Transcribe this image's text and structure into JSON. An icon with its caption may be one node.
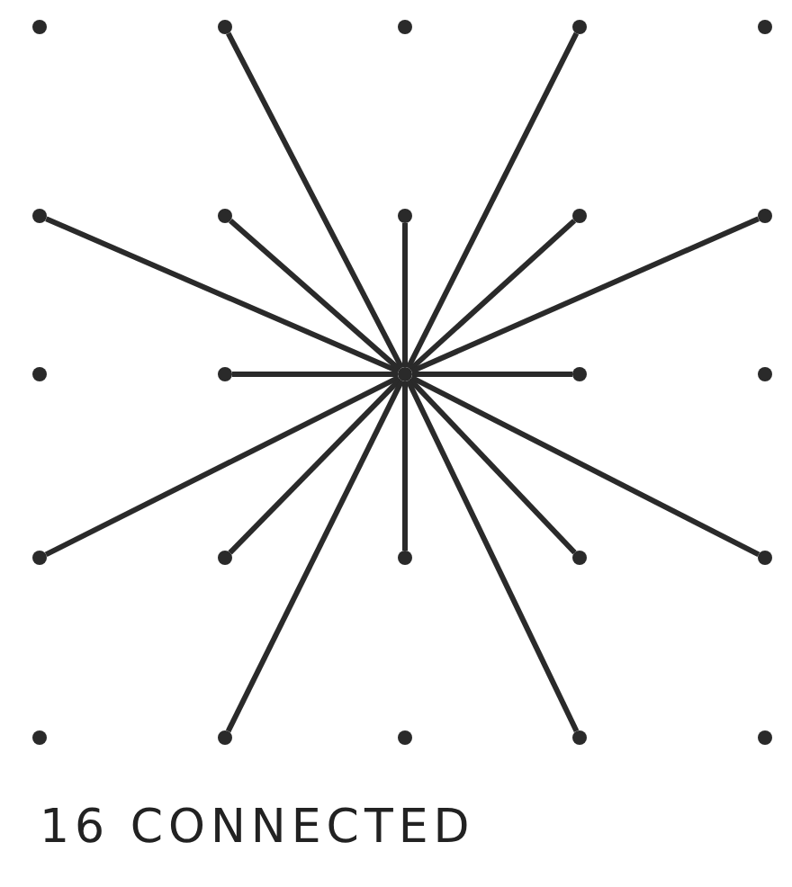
{
  "diagram": {
    "caption": "16 CONNECTED",
    "nodes": [
      {
        "text": [],
        "shape": "circle"
      },
      {
        "text": [],
        "shape": "circle"
      },
      {
        "text": [],
        "shape": "circle"
      },
      {
        "text": [],
        "shape": "circle"
      },
      {
        "text": [],
        "shape": "circle"
      },
      {
        "text": [],
        "shape": "circle"
      },
      {
        "text": [],
        "shape": "circle"
      },
      {
        "text": [],
        "shape": "circle"
      },
      {
        "text": [],
        "shape": "circle"
      },
      {
        "text": [],
        "shape": "circle"
      },
      {
        "text": [],
        "shape": "circle"
      },
      {
        "text": [],
        "shape": "circle"
      },
      {
        "text": [],
        "shape": "circle"
      },
      {
        "text": [],
        "shape": "circle"
      },
      {
        "text": [],
        "shape": "circle"
      },
      {
        "text": [],
        "shape": "circle"
      },
      {
        "text": [],
        "shape": "circle"
      },
      {
        "text": [],
        "shape": "circle"
      },
      {
        "text": [],
        "shape": "circle"
      },
      {
        "text": [],
        "shape": "circle"
      },
      {
        "text": [],
        "shape": "circle"
      },
      {
        "text": [],
        "shape": "circle"
      },
      {
        "text": [],
        "shape": "circle"
      },
      {
        "text": [],
        "shape": "circle"
      },
      {
        "text": [],
        "shape": "circle"
      }
    ],
    "edges": [
      {
        "from": 12,
        "to": 1,
        "arrow": "none"
      },
      {
        "from": 12,
        "to": 3,
        "arrow": "none"
      },
      {
        "from": 12,
        "to": 5,
        "arrow": "none"
      },
      {
        "from": 12,
        "to": 6,
        "arrow": "none"
      },
      {
        "from": 12,
        "to": 7,
        "arrow": "none"
      },
      {
        "from": 12,
        "to": 8,
        "arrow": "none"
      },
      {
        "from": 12,
        "to": 9,
        "arrow": "none"
      },
      {
        "from": 12,
        "to": 11,
        "arrow": "none"
      },
      {
        "from": 12,
        "to": 13,
        "arrow": "none"
      },
      {
        "from": 12,
        "to": 15,
        "arrow": "none"
      },
      {
        "from": 12,
        "to": 16,
        "arrow": "none"
      },
      {
        "from": 12,
        "to": 17,
        "arrow": "none"
      },
      {
        "from": 12,
        "to": 18,
        "arrow": "none"
      },
      {
        "from": 12,
        "to": 19,
        "arrow": "none"
      },
      {
        "from": 12,
        "to": 21,
        "arrow": "none"
      },
      {
        "from": 12,
        "to": 23,
        "arrow": "none"
      }
    ]
  }
}
